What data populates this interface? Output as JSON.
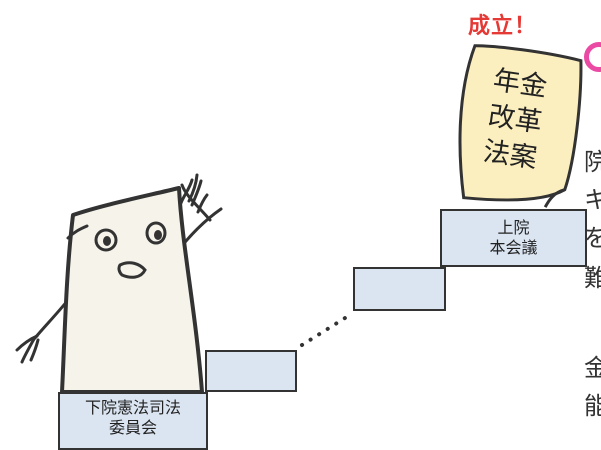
{
  "banner": {
    "success_text": "成立！"
  },
  "document": {
    "line1": "年金",
    "line2": "改革",
    "line3": "法案"
  },
  "steps": {
    "top_label_line1": "上院",
    "top_label_line2": "本会議",
    "bottom_label_line1": "下院憲法司法",
    "bottom_label_line2": "委員会"
  },
  "side_text": {
    "char1": "院",
    "char2": "キ",
    "char3": "を",
    "char4": "難",
    "char5": "金",
    "char6": "能"
  },
  "colors": {
    "step_fill": "#dbe5f2",
    "doc_fill": "#fcefbf",
    "success_red": "#e53935",
    "accent_pink": "#ea4aa4",
    "character_fill": "#f5f3ea"
  }
}
